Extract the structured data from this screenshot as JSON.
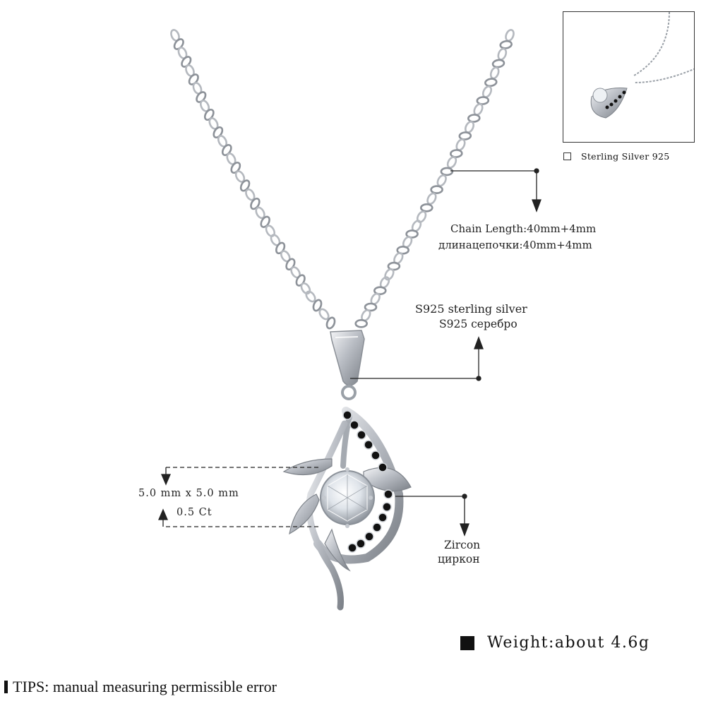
{
  "inset": {
    "checkbox_label": "Sterling Silver 925"
  },
  "annotations": {
    "chain_length_en": "Chain Length:40mm+4mm",
    "chain_length_ru": "длинацепочки:40mm+4mm",
    "material_en": "S925 sterling silver",
    "material_ru": "S925 серебро",
    "stone_size": "5.0 mm x 5.0 mm",
    "stone_carat": "0.5 Ct",
    "stone_en": "Zircon",
    "stone_ru": "циркон"
  },
  "weight": {
    "label": "Weight:about 4.6g"
  },
  "tips": {
    "label": "TIPS: manual measuring permissible error"
  },
  "colors": {
    "silver": "#bfc3c9",
    "silver_dark": "#6f747b",
    "black_stone": "#111111",
    "annotation_line": "#222222"
  }
}
